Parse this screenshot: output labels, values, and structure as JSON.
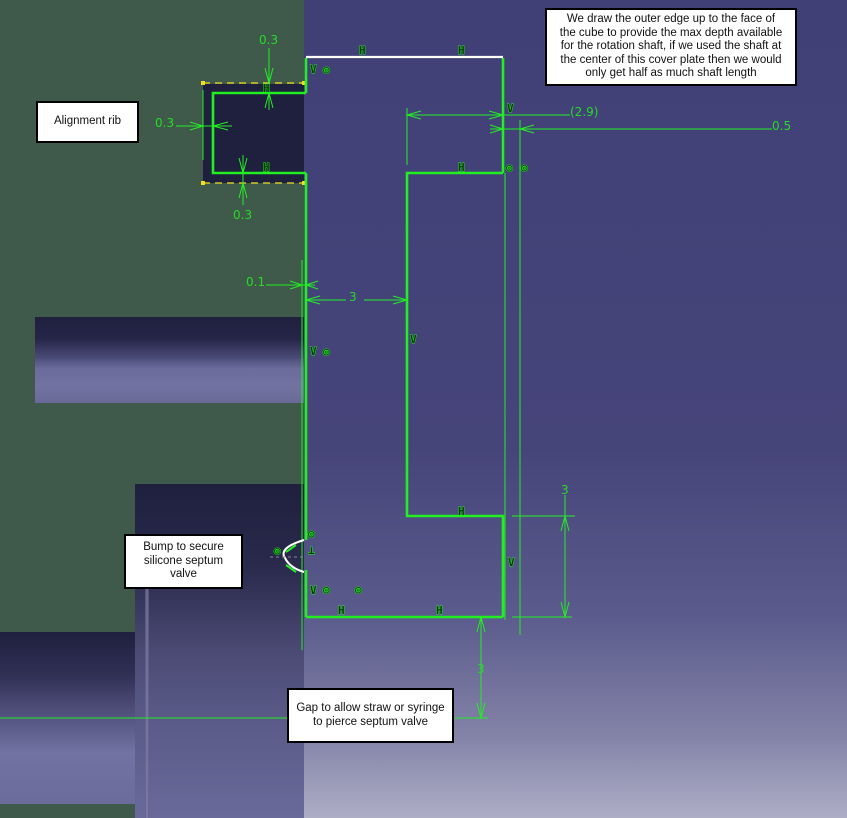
{
  "viewport": {
    "colors": {
      "background_green": "#3f5a4b",
      "background_blue_top": "#404077",
      "background_blue_bottom": "#aeadc6",
      "sketch_line": "#22ee22",
      "selected_edge": "#ffffff",
      "construction_dashed": "#f0e020"
    }
  },
  "annotations": {
    "note_outer_edge": {
      "lines": [
        "We draw the outer edge up to the face of",
        "the cube to provide the max depth available",
        "for the rotation shaft, if we used the shaft at",
        "the center of this cover plate then we would",
        "only get half as much shaft length"
      ]
    },
    "note_alignment_rib": {
      "lines": [
        "Alignment rib"
      ]
    },
    "note_bump": {
      "lines": [
        "Bump to secure",
        "silicone septum",
        "valve"
      ]
    },
    "note_gap": {
      "lines": [
        "Gap to allow straw or syringe",
        "to pierce septum valve"
      ]
    }
  },
  "dimensions": {
    "rib_top": "0.3",
    "rib_left": "0.3",
    "rib_bottom": "0.3",
    "offset_left": "0.1",
    "wall_width": "3",
    "reference_width": "(2.9)",
    "right_offset": "0.5",
    "bottom_height": "3",
    "gap_height": "3"
  },
  "constraints": {
    "horizontal": "H",
    "vertical": "V",
    "coincident": "◎",
    "tangent": "⊥"
  }
}
